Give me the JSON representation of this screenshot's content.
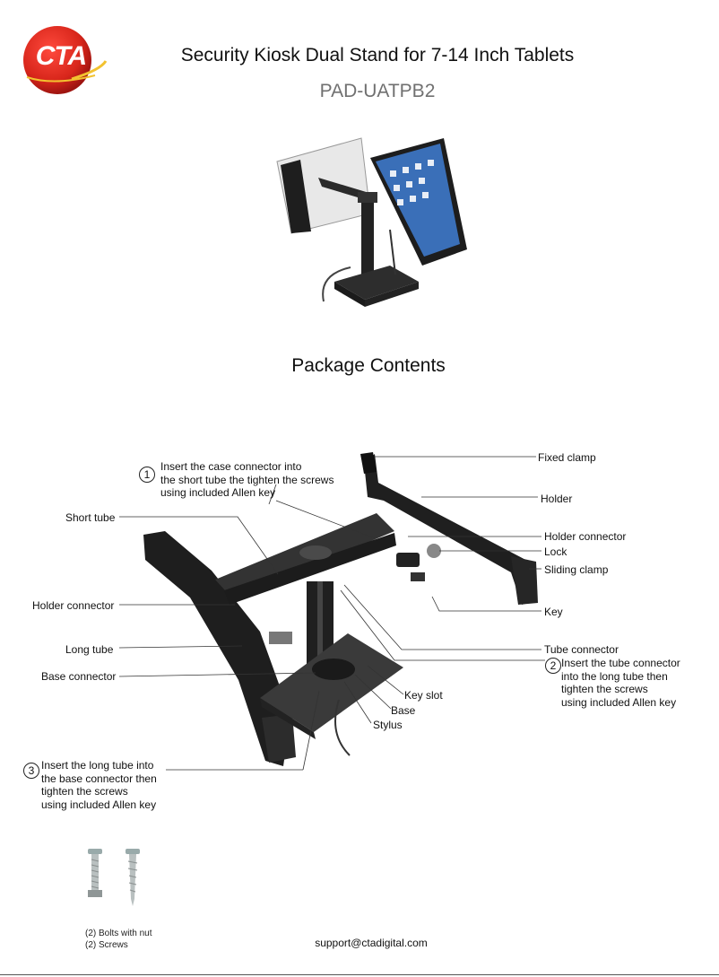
{
  "header": {
    "logo_text": "CTA",
    "title": "Security Kiosk Dual Stand for 7-14 Inch Tablets",
    "model": "PAD-UATPB2"
  },
  "section_title": "Package Contents",
  "labels": {
    "fixed_clamp": "Fixed clamp",
    "holder": "Holder",
    "short_tube": "Short tube",
    "holder_connector_right": "Holder connector",
    "lock": "Lock",
    "sliding_clamp": "Sliding clamp",
    "holder_connector_left": "Holder connector",
    "key": "Key",
    "long_tube": "Long tube",
    "tube_connector": "Tube connector",
    "base_connector": "Base connector",
    "key_slot": "Key slot",
    "base": "Base",
    "stylus": "Stylus"
  },
  "steps": [
    {
      "number": "1",
      "lines": [
        "Insert the case connector into",
        "the short tube the tighten the screws",
        "using included Allen key"
      ]
    },
    {
      "number": "2",
      "lines": [
        "Insert the tube connector",
        "into the long tube then",
        "tighten the screws",
        "using included Allen key"
      ]
    },
    {
      "number": "3",
      "lines": [
        "Insert the long tube into",
        "the base connector then",
        "tighten the screws",
        "using included Allen key"
      ]
    }
  ],
  "hardware": {
    "line1": "(2) Bolts with nut",
    "line2": "(2) Screws"
  },
  "footer": {
    "email": "support@ctadigital.com"
  }
}
